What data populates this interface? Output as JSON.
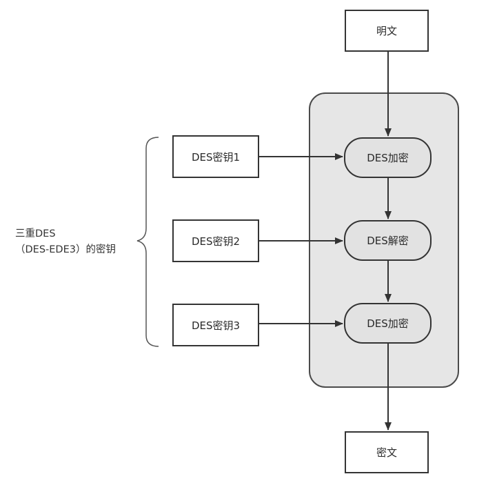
{
  "nodes": {
    "plaintext": "明文",
    "ciphertext": "密文",
    "key1": "DES密钥1",
    "key2": "DES密钥2",
    "key3": "DES密钥3",
    "op1": "DES加密",
    "op2": "DES解密",
    "op3": "DES加密"
  },
  "key_group_label": {
    "line1": "三重DES",
    "line2": "（DES-EDE3）的密钥"
  }
}
